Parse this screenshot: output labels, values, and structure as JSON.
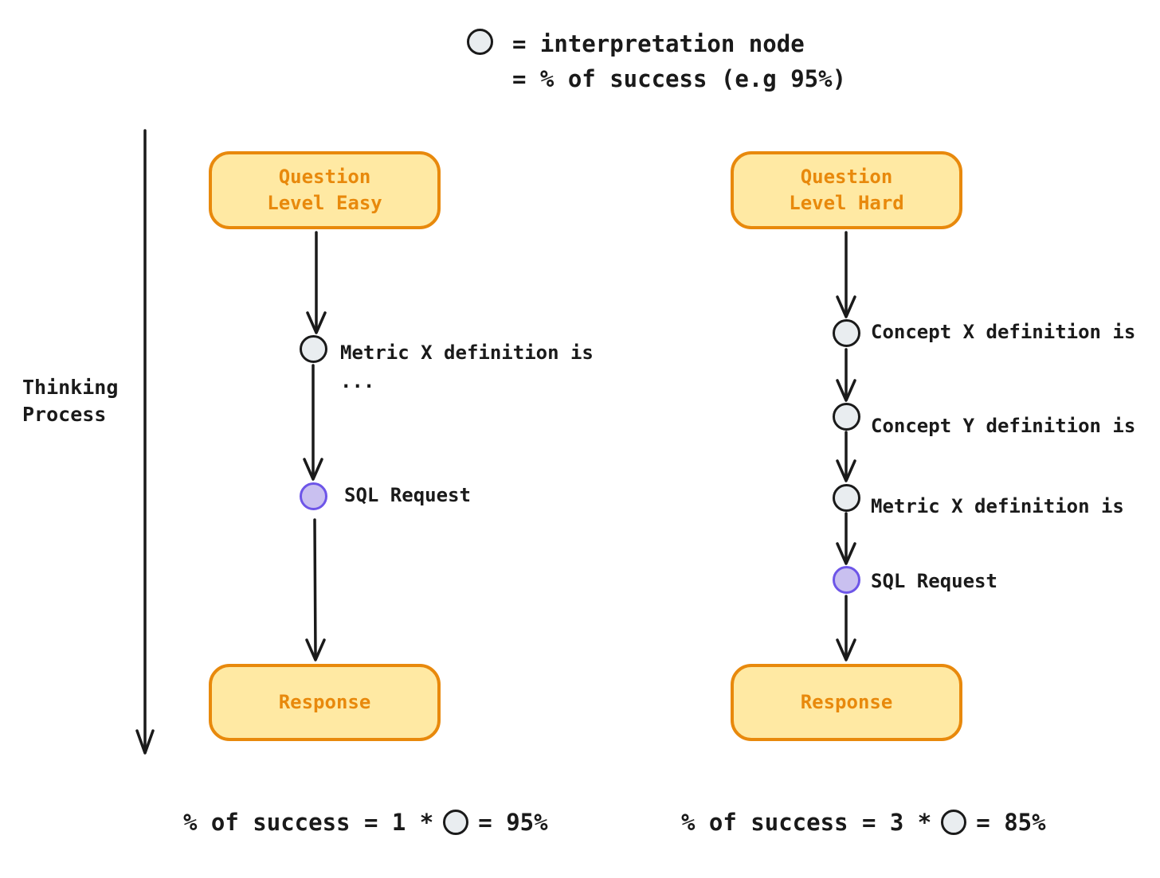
{
  "legend": {
    "line1": "= interpretation node",
    "line2": "= % of success (e.g 95%)"
  },
  "thinking_process": {
    "label": "Thinking\nProcess"
  },
  "easy": {
    "top_box": "Question\nLevel Easy",
    "node1_label": "Metric X definition is\n...",
    "node2_label": "SQL Request",
    "bottom_box": "Response",
    "formula": {
      "prefix": "% of success = 1 *",
      "suffix": "= 95%"
    }
  },
  "hard": {
    "top_box": "Question\nLevel Hard",
    "node1_label": "Concept X definition is",
    "node2_label": "Concept Y definition is",
    "node3_label": "Metric X definition is",
    "node4_label": "SQL Request",
    "bottom_box": "Response",
    "formula": {
      "prefix": "% of success = 3 *",
      "suffix": "= 85%"
    }
  },
  "colors": {
    "background": "#FFFFFF",
    "box_fill": "#FFE9A3",
    "box_border": "#E8890C",
    "box_text": "#E8890C",
    "interpretation_node_fill": "#E9EDF0",
    "interpretation_node_border": "#1A1A1A",
    "sql_node_fill": "#C9C0F0",
    "sql_node_border": "#6D55E8",
    "arrow": "#1A1A1A",
    "text": "#1A1A1A"
  }
}
